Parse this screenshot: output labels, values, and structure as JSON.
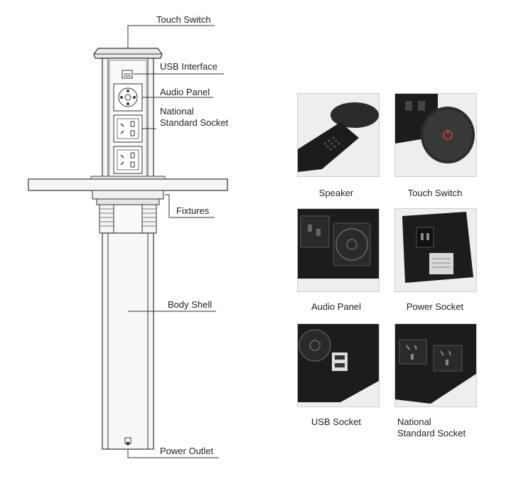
{
  "callouts": {
    "touch_switch": "Touch Switch",
    "usb_interface": "USB Interface",
    "audio_panel": "Audio Panel",
    "national_line1": "National",
    "national_line2": "Standard Socket",
    "fixtures": "Fixtures",
    "body_shell": "Body Shell",
    "power_outlet": "Power Outlet"
  },
  "photos": {
    "speaker": "Speaker",
    "touch_switch": "Touch Switch",
    "audio_panel": "Audio Panel",
    "power_socket": "Power Socket",
    "usb_socket": "USB Socket",
    "national_line1": "National",
    "national_line2": "Standard Socket"
  },
  "colors": {
    "product_dark": "#1c1c1c",
    "line": "#333333"
  },
  "icons": [
    "speaker-grille-icon",
    "power-button-icon",
    "socket-icon",
    "usb-port-icon",
    "audio-control-icon"
  ]
}
